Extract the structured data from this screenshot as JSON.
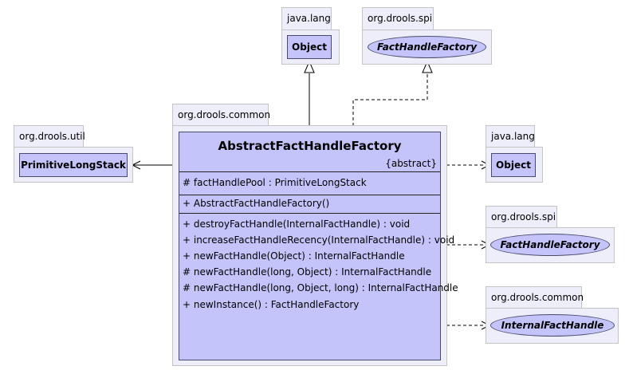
{
  "packages": {
    "java_lang_top": "java.lang",
    "drools_spi_top": "org.drools.spi",
    "drools_common_main": "org.drools.common",
    "drools_util": "org.drools.util",
    "java_lang_right": "java.lang",
    "drools_spi_right": "org.drools.spi",
    "drools_common_right": "org.drools.common"
  },
  "classes": {
    "object_top": "Object",
    "fact_handle_factory_top": "FactHandleFactory",
    "primitive_long_stack": "PrimitiveLongStack",
    "object_right": "Object",
    "fact_handle_factory_right": "FactHandleFactory",
    "internal_fact_handle": "InternalFactHandle"
  },
  "main_class": {
    "name": "AbstractFactHandleFactory",
    "stereotype": "{abstract}",
    "attributes": [
      "# factHandlePool : PrimitiveLongStack"
    ],
    "constructors": [
      "+ AbstractFactHandleFactory()"
    ],
    "methods": [
      "+ destroyFactHandle(InternalFactHandle) : void",
      "+ increaseFactHandleRecency(InternalFactHandle) : void",
      "+ newFactHandle(Object) : InternalFactHandle",
      "# newFactHandle(long, Object) : InternalFactHandle",
      "# newFactHandle(long, Object, long) : InternalFactHandle",
      "+ newInstance() : FactHandleFactory"
    ]
  },
  "colors": {
    "class_fill": "#c4c4fa",
    "package_fill": "#eeeefa",
    "package_border": "#c4c4c4",
    "class_border": "#4a4a6a"
  }
}
